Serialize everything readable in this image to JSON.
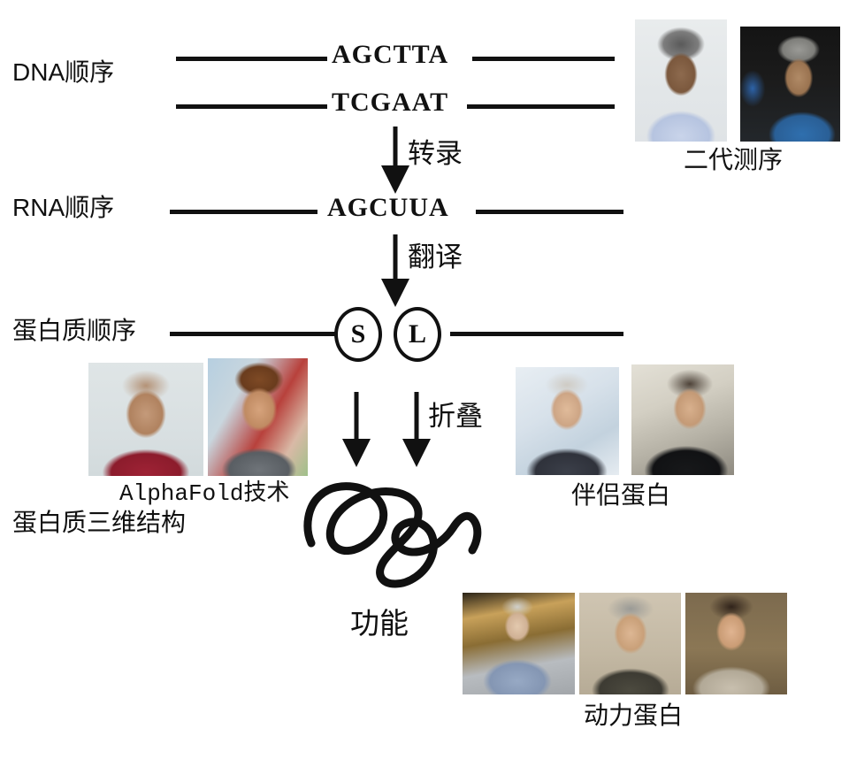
{
  "diagram": {
    "title": "Central dogma of molecular biology with researcher portraits",
    "stages": [
      {
        "id": "dna",
        "label": "DNA顺序"
      },
      {
        "id": "rna",
        "label": "RNA顺序"
      },
      {
        "id": "protein",
        "label": "蛋白质顺序"
      }
    ],
    "sequences": {
      "dna_top": "AGCTTA",
      "dna_bottom": "TCGAAT",
      "rna": "AGCUUA"
    },
    "residues": [
      {
        "letter": "S"
      },
      {
        "letter": "L"
      }
    ],
    "steps": [
      {
        "id": "transcription",
        "label": "转录"
      },
      {
        "id": "translation",
        "label": "翻译"
      },
      {
        "id": "folding",
        "label": "折叠"
      }
    ],
    "structure_label": "蛋白质三维结构",
    "function_label": "功能",
    "photo_groups": [
      {
        "id": "sequencing",
        "caption": "二代测序",
        "photos": [
          {
            "alt": "researcher-portrait-1"
          },
          {
            "alt": "researcher-portrait-2"
          }
        ]
      },
      {
        "id": "alphafold",
        "caption": "AlphaFold技术",
        "photos": [
          {
            "alt": "researcher-portrait-3"
          },
          {
            "alt": "researcher-portrait-4"
          }
        ]
      },
      {
        "id": "chaperone",
        "caption": "伴侣蛋白",
        "photos": [
          {
            "alt": "researcher-portrait-5"
          },
          {
            "alt": "researcher-portrait-6"
          }
        ]
      },
      {
        "id": "motor-protein",
        "caption": "动力蛋白",
        "photos": [
          {
            "alt": "researcher-portrait-7"
          },
          {
            "alt": "researcher-portrait-8"
          },
          {
            "alt": "researcher-portrait-9"
          }
        ]
      }
    ],
    "colors": {
      "ink": "#111111",
      "background": "#ffffff"
    }
  }
}
